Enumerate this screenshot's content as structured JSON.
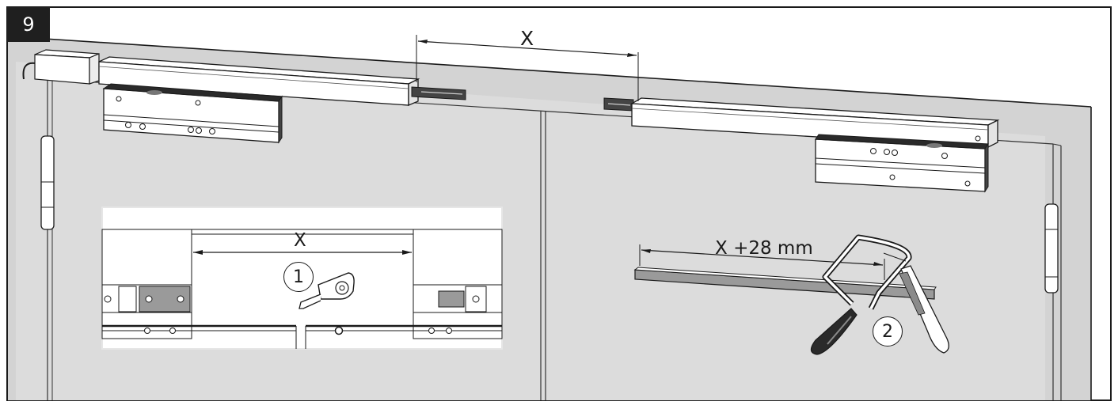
{
  "figure": {
    "step_number": "9",
    "dimension_top": "X",
    "dimension_inset": "X",
    "dimension_cut": "X +28 mm",
    "step_one": "1",
    "step_two": "2"
  },
  "icons": [
    "tape-measure-icon",
    "hacksaw-icon"
  ]
}
